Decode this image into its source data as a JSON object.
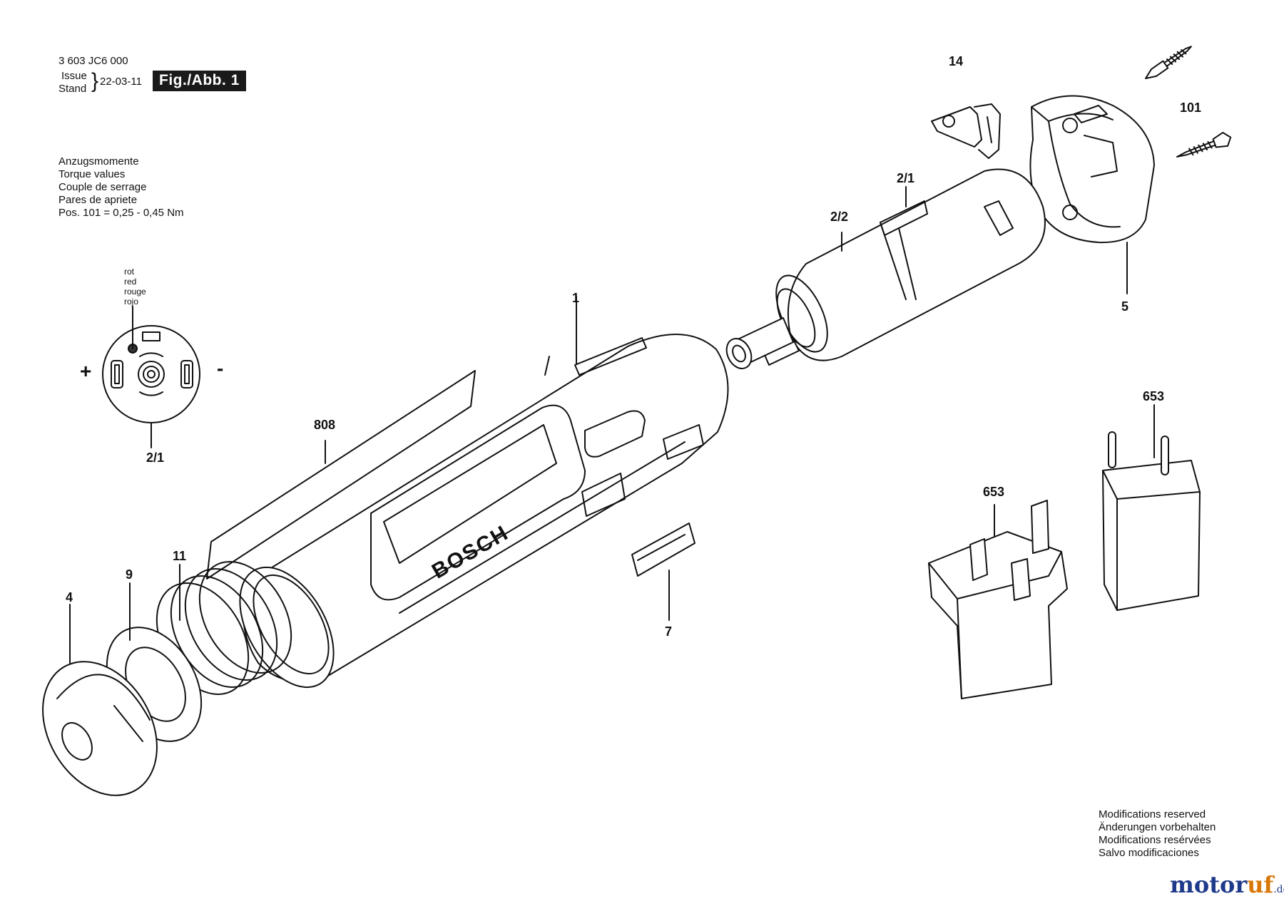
{
  "header": {
    "doc_number": "3 603 JC6 000",
    "issue_label": "Issue",
    "stand_label": "Stand",
    "date": "22-03-11",
    "figure_label": "Fig./Abb. 1"
  },
  "torque": {
    "lines": [
      "Anzugsmomente",
      "Torque values",
      "Couple de serrage",
      "Pares de apriete",
      "Pos. 101 = 0,25 - 0,45 Nm"
    ]
  },
  "motor_detail": {
    "wire_colors": [
      "rot",
      "red",
      "rouge",
      "rojo"
    ],
    "plus": "+",
    "minus": "-",
    "label": "2/1"
  },
  "parts": {
    "p14": "14",
    "p101": "101",
    "p2_1": "2/1",
    "p2_2": "2/2",
    "p1": "1",
    "p5": "5",
    "p808": "808",
    "p653_eu": "653",
    "p653_uk": "653",
    "p11": "11",
    "p9": "9",
    "p4": "4",
    "p7": "7"
  },
  "housing_brand": "BOSCH",
  "modifications": {
    "lines": [
      "Modifications reserved",
      "Änderungen vorbehalten",
      "Modifications resérvées",
      "Salvo modificaciones"
    ]
  },
  "watermark": {
    "brand_a": "motor",
    "brand_b": "uf",
    "suffix": ".de"
  }
}
